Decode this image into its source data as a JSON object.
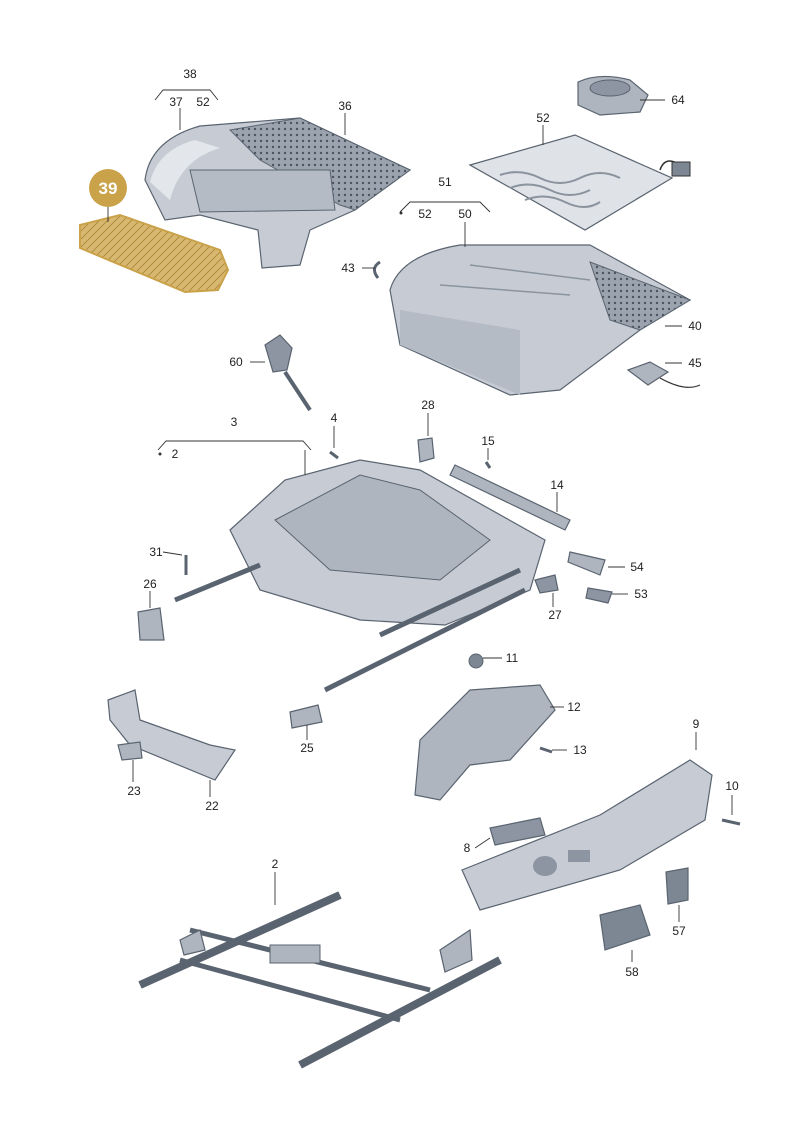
{
  "diagram": {
    "highlight_label": "39",
    "highlight_color": "#c9a24a",
    "part_fill": "#c7ccd4",
    "part_dark": "#7d8794",
    "labels": {
      "p38": "38",
      "p37": "37",
      "p52a": "52",
      "p36": "36",
      "p39": "39",
      "p64": "64",
      "p52b": "52",
      "p51": "51",
      "p52c": "52",
      "p50": "50",
      "p43": "43",
      "p40": "40",
      "p60": "60",
      "p45": "45",
      "p3": "3",
      "p2a": "2",
      "p4": "4",
      "p28": "28",
      "p15": "15",
      "p14": "14",
      "p31": "31",
      "p26": "26",
      "p54": "54",
      "p53": "53",
      "p27": "27",
      "p11": "11",
      "p12": "12",
      "p13": "13",
      "p25": "25",
      "p22": "22",
      "p23": "23",
      "p9": "9",
      "p10": "10",
      "p8": "8",
      "p2b": "2",
      "p57": "57",
      "p58": "58"
    }
  }
}
